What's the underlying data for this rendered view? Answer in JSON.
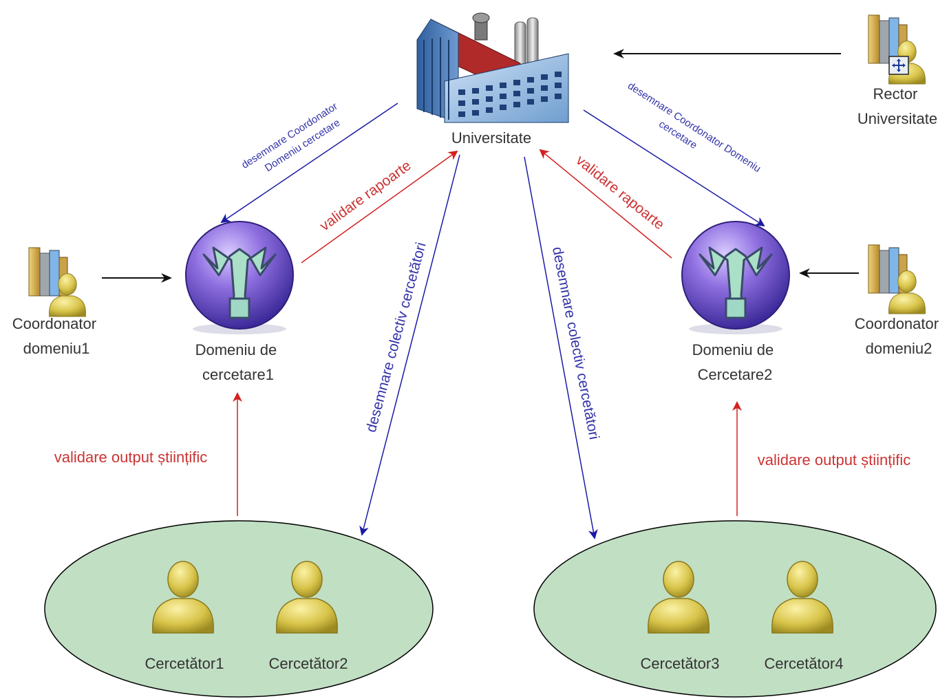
{
  "nodes": {
    "university": "Universitate",
    "rector": [
      "Rector",
      "Universitate"
    ],
    "coord1": [
      "Coordonator",
      "domeniu1"
    ],
    "coord2": [
      "Coordonator",
      "domeniu2"
    ],
    "domain1": [
      "Domeniu de",
      "cercetare1"
    ],
    "domain2": [
      "Domeniu de",
      "Cercetare2"
    ],
    "researchers": [
      "Cercetător1",
      "Cercetător2",
      "Cercetător3",
      "Cercetător4"
    ]
  },
  "edges": {
    "left_coord": [
      "desemnare Coordonator",
      "Domeniu cercetare"
    ],
    "right_coord": [
      "desemnare Coordonator Domeniu",
      "cercetare"
    ],
    "validate_reports": "validare rapoarte",
    "collective": "desemnare colectiv cercetători",
    "validate_output": "validare output științific"
  },
  "colors": {
    "blue": "#1a1aa6",
    "red": "#d42020",
    "ellipse_fill": "#c1dfc3",
    "person": "#d8c44a"
  }
}
